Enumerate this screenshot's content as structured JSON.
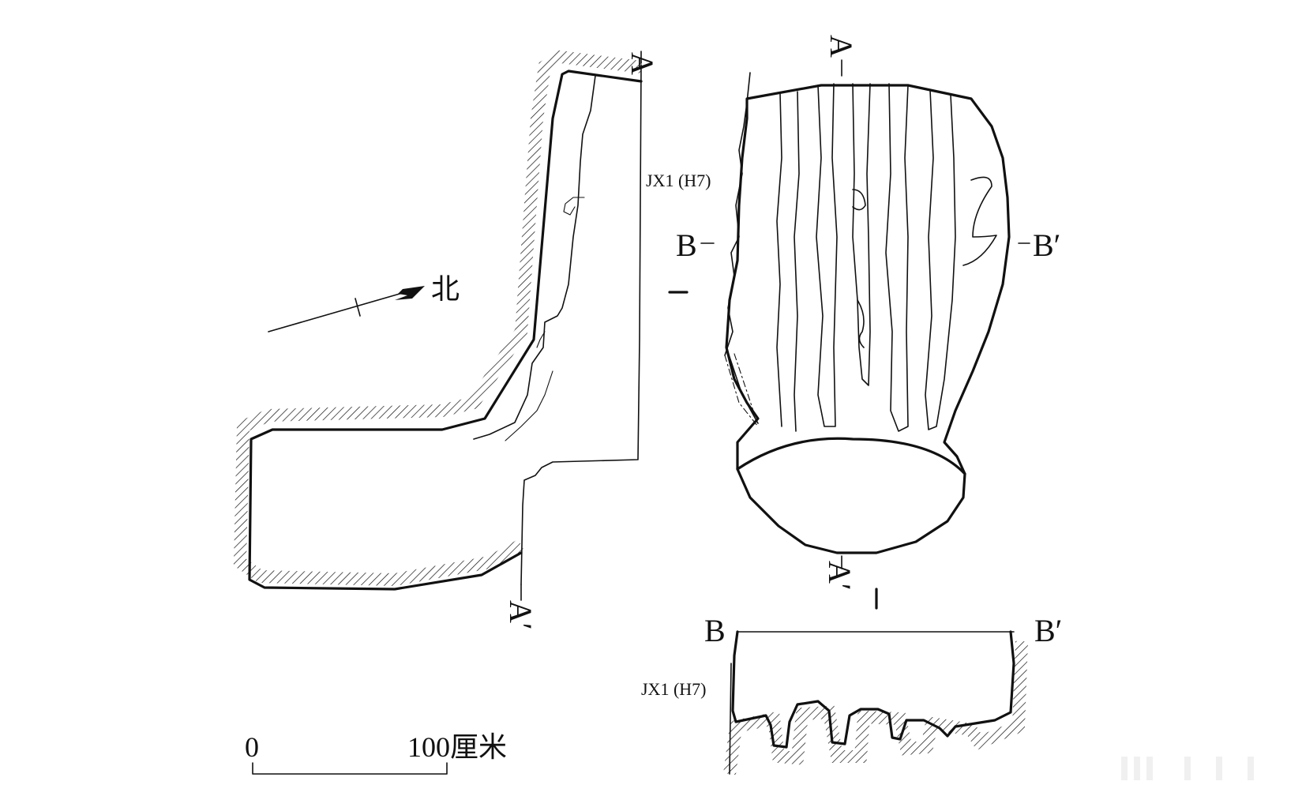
{
  "plan": {
    "section_a_start": "A",
    "section_a_end": "A′",
    "north_label": "北"
  },
  "well_plan": {
    "section_a_top": "A",
    "section_a_bottom": "A′",
    "section_b_left": "B",
    "section_b_right": "B′",
    "feature_label": "JX1 (H7)"
  },
  "section_b": {
    "left_label": "B",
    "right_label": "B′",
    "feature_label": "JX1 (H7)"
  },
  "scale_bar": {
    "zero_label": "0",
    "end_label": "100厘米"
  }
}
